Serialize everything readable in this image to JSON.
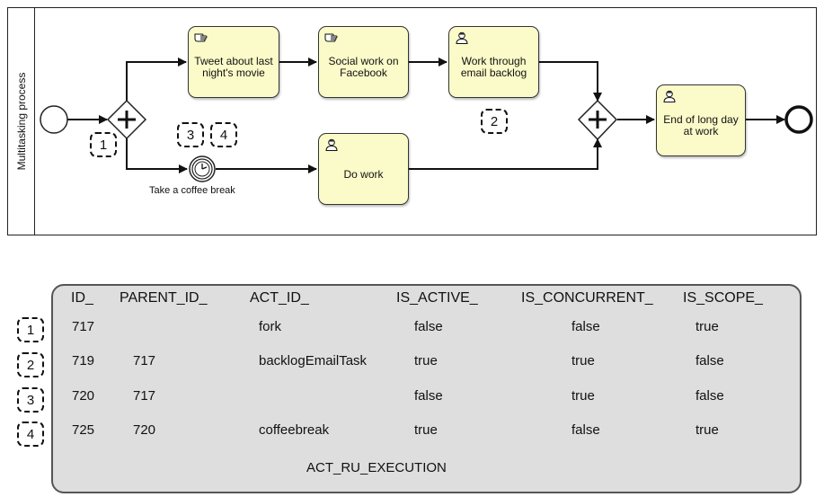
{
  "lane": {
    "label": "Multitasking process"
  },
  "tasks": {
    "tweet": "Tweet about last night's movie",
    "social": "Social work on Facebook",
    "email": "Work through email backlog",
    "do_work": "Do work",
    "end_day": "End of long day at work"
  },
  "timer": {
    "label": "Take a coffee break"
  },
  "diagram_markers": [
    "1",
    "2",
    "3",
    "4"
  ],
  "table": {
    "caption": "ACT_RU_EXECUTION",
    "columns": [
      "ID_",
      "PARENT_ID_",
      "ACT_ID_",
      "IS_ACTIVE_",
      "IS_CONCURRENT_",
      "IS_SCOPE_"
    ],
    "row_markers": [
      "1",
      "2",
      "3",
      "4"
    ],
    "rows": [
      [
        "717",
        "",
        "fork",
        "false",
        "false",
        "true"
      ],
      [
        "719",
        "717",
        "backlogEmailTask",
        "true",
        "true",
        "false"
      ],
      [
        "720",
        "717",
        "",
        "false",
        "true",
        "false"
      ],
      [
        "725",
        "720",
        "coffeebreak",
        "true",
        "false",
        "true"
      ]
    ]
  },
  "colors": {
    "task_fill": "#fbfbc9",
    "panel_fill": "#dedede",
    "stroke": "#222222"
  }
}
